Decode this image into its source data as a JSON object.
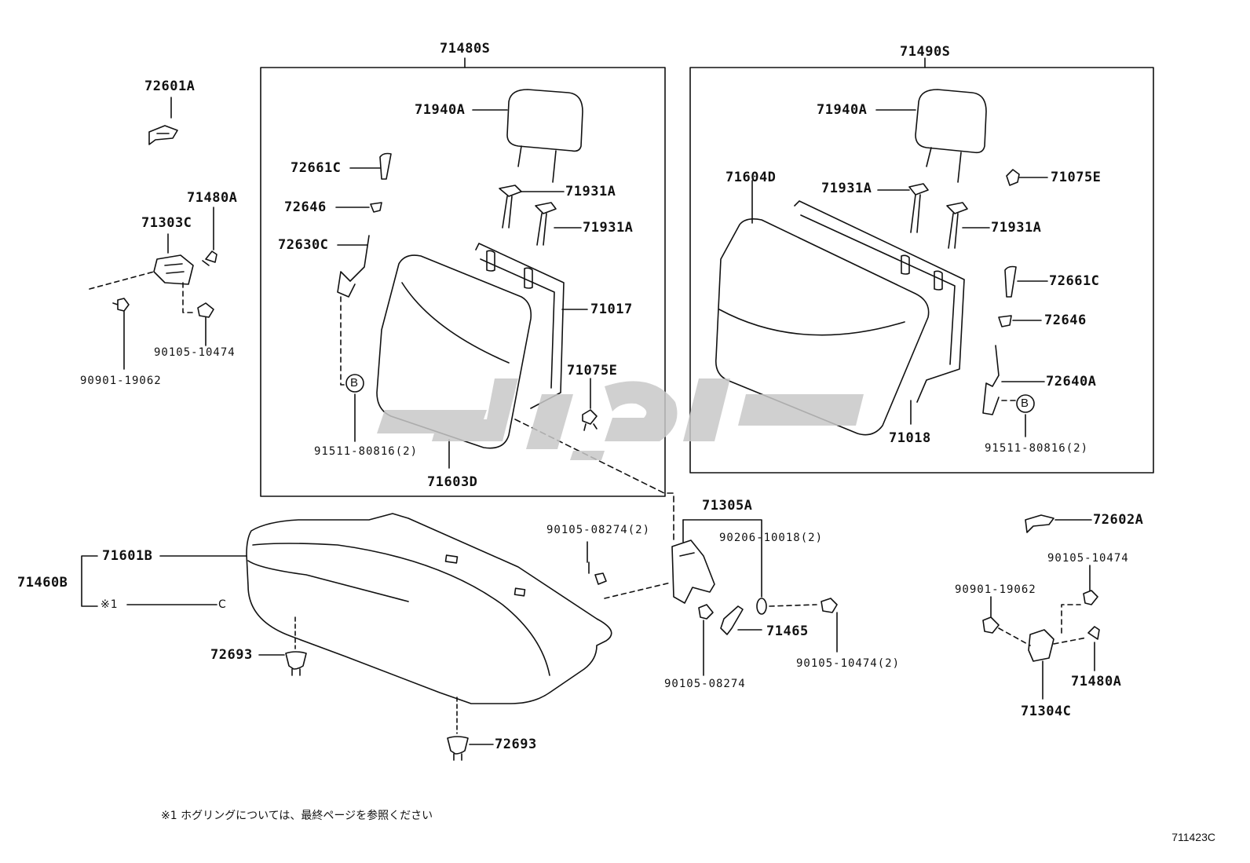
{
  "groups": {
    "left_seatback": "71480S",
    "right_seatback": "71490S",
    "cushion": "71460B",
    "hinge": "71305A"
  },
  "parts": {
    "p72601A": "72601A",
    "p71480A_l": "71480A",
    "p71303C": "71303C",
    "p90105_10474_l": "90105-10474",
    "p90901_19062_l": "90901-19062",
    "p71940A_l": "71940A",
    "p72661C_l": "72661C",
    "p71931A_l1": "71931A",
    "p72646_l": "72646",
    "p71931A_l2": "71931A",
    "p72630C": "72630C",
    "p71017": "71017",
    "p71075E_l": "71075E",
    "p91511_l": "91511-80816(2)",
    "p71603D": "71603D",
    "p71940A_r": "71940A",
    "p71604D": "71604D",
    "p71931A_r1": "71931A",
    "p71075E_r": "71075E",
    "p71931A_r2": "71931A",
    "p72661C_r": "72661C",
    "p72646_r": "72646",
    "p72640A": "72640A",
    "p71018": "71018",
    "p91511_r": "91511-80816(2)",
    "p90105_08274_2": "90105-08274(2)",
    "p90206_10018": "90206-10018(2)",
    "p71465": "71465",
    "p90105_10474_2": "90105-10474(2)",
    "p90105_08274": "90105-08274",
    "p72602A": "72602A",
    "p90105_10474_r": "90105-10474",
    "p90901_19062_r": "90901-19062",
    "p71480A_r": "71480A",
    "p71304C": "71304C",
    "p71601B": "71601B",
    "p_note_ref": "※1",
    "p_note_c": "C",
    "p72693_a": "72693",
    "p72693_b": "72693"
  },
  "markers": {
    "b_left": "B",
    "b_right": "B"
  },
  "footnote": "※1  ホグリングについては、最終ページを参照ください",
  "diagram_code": "711423C"
}
